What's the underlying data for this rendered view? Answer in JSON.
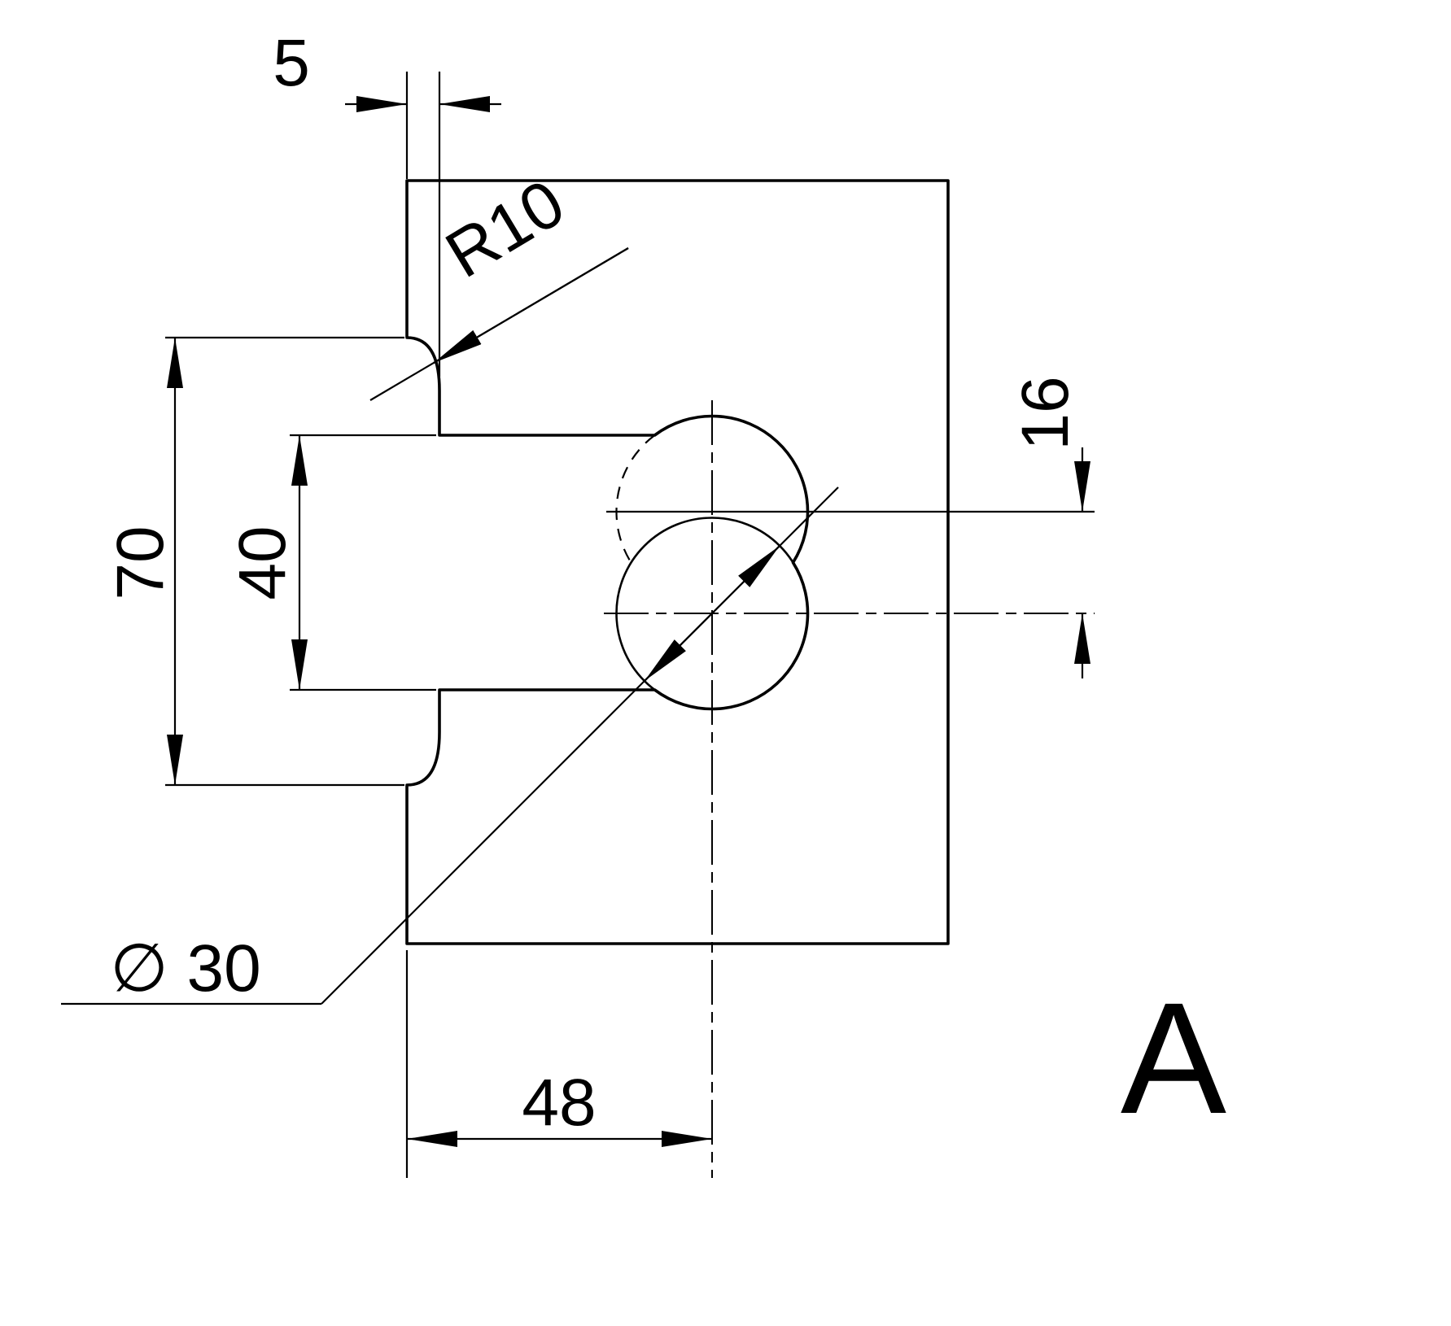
{
  "meta": {
    "view_label": "A",
    "drawing_type": "glass-panel-cutout-dimension-drawing"
  },
  "dims": {
    "edge_offset": "5",
    "corner_radius": "R10",
    "notch_height": "70",
    "slot_height": "40",
    "hole_center_offset": "16",
    "hole_center_depth": "48",
    "hole_diameter": "∅ 30"
  },
  "colors": {
    "line": "#000000",
    "glass_top": "#e6f1fb",
    "glass_bottom": "#bcd8f0"
  }
}
